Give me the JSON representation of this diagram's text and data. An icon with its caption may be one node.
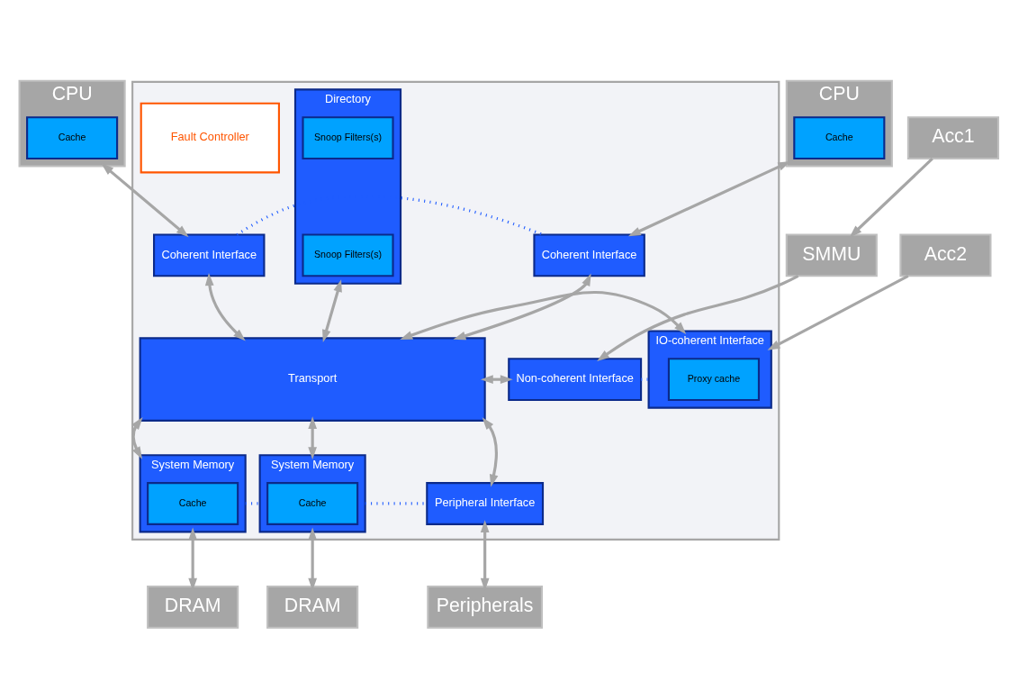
{
  "diagram": {
    "nodes": [
      {
        "text": [
          "CPU"
        ]
      },
      {
        "text": [
          "Cache"
        ],
        "in": 0
      },
      {
        "text": [
          "CPU"
        ]
      },
      {
        "text": [
          "Cache"
        ],
        "in": 2
      },
      {
        "text": [],
        "shape": "box"
      },
      {
        "text": [
          "Fault Controller"
        ],
        "in": 4
      },
      {
        "text": [
          "Directory"
        ],
        "in": 4
      },
      {
        "text": [
          "Snoop Filters(s)"
        ],
        "in": 6
      },
      {
        "text": [
          "Snoop Filters(s)"
        ],
        "in": 6
      },
      {
        "text": [
          "Coherent Interface"
        ],
        "in": 4
      },
      {
        "text": [
          "Coherent Interface"
        ],
        "in": 4
      },
      {
        "text": [
          "Transport"
        ],
        "in": 4
      },
      {
        "text": [
          "Non-coherent Interface"
        ],
        "in": 4
      },
      {
        "text": [
          "IO-coherent Interface"
        ],
        "in": 4
      },
      {
        "text": [
          "Proxy cache"
        ],
        "in": 13
      },
      {
        "text": [
          "System Memory"
        ],
        "in": 4
      },
      {
        "text": [
          "Cache"
        ],
        "in": 15
      },
      {
        "text": [
          "System Memory"
        ],
        "in": 4
      },
      {
        "text": [
          "Cache"
        ],
        "in": 17
      },
      {
        "text": [
          "Peripheral Interface"
        ],
        "in": 4
      },
      {
        "text": [
          "SMMU"
        ]
      },
      {
        "text": [
          "Acc1"
        ]
      },
      {
        "text": [
          "Acc2"
        ]
      },
      {
        "text": [
          "DRAM"
        ]
      },
      {
        "text": [
          "DRAM"
        ]
      },
      {
        "text": [
          "Peripherals"
        ]
      }
    ],
    "edges": [
      {
        "from": 0,
        "to": 9,
        "arrow": "both"
      },
      {
        "from": 2,
        "to": 10,
        "arrow": "both"
      },
      {
        "from": 9,
        "to": 10,
        "arrow": "none",
        "style": "dashed",
        "color": "#1f5cff"
      },
      {
        "from": 9,
        "to": 11,
        "arrow": "both"
      },
      {
        "from": 10,
        "to": 11,
        "arrow": "both"
      },
      {
        "from": 6,
        "to": 11,
        "arrow": "both"
      },
      {
        "from": 11,
        "to": 12,
        "arrow": "both"
      },
      {
        "from": 11,
        "to": 13,
        "arrow": "both"
      },
      {
        "from": 12,
        "to": 13,
        "arrow": "none",
        "style": "dashed",
        "color": "#1f5cff"
      },
      {
        "from": 21,
        "to": 20,
        "arrow": "to"
      },
      {
        "from": 20,
        "to": 12,
        "arrow": "to"
      },
      {
        "from": 22,
        "to": 13,
        "arrow": "to"
      },
      {
        "from": 11,
        "to": 15,
        "arrow": "both"
      },
      {
        "from": 11,
        "to": 17,
        "arrow": "both"
      },
      {
        "from": 11,
        "to": 19,
        "arrow": "both"
      },
      {
        "from": 15,
        "to": 17,
        "arrow": "none",
        "style": "dashed",
        "color": "#1f5cff"
      },
      {
        "from": 17,
        "to": 19,
        "arrow": "none",
        "style": "dashed",
        "color": "#1f5cff"
      },
      {
        "from": 15,
        "to": 23,
        "arrow": "both"
      },
      {
        "from": 17,
        "to": 24,
        "arrow": "both"
      },
      {
        "from": 19,
        "to": 25,
        "arrow": "both"
      }
    ]
  }
}
